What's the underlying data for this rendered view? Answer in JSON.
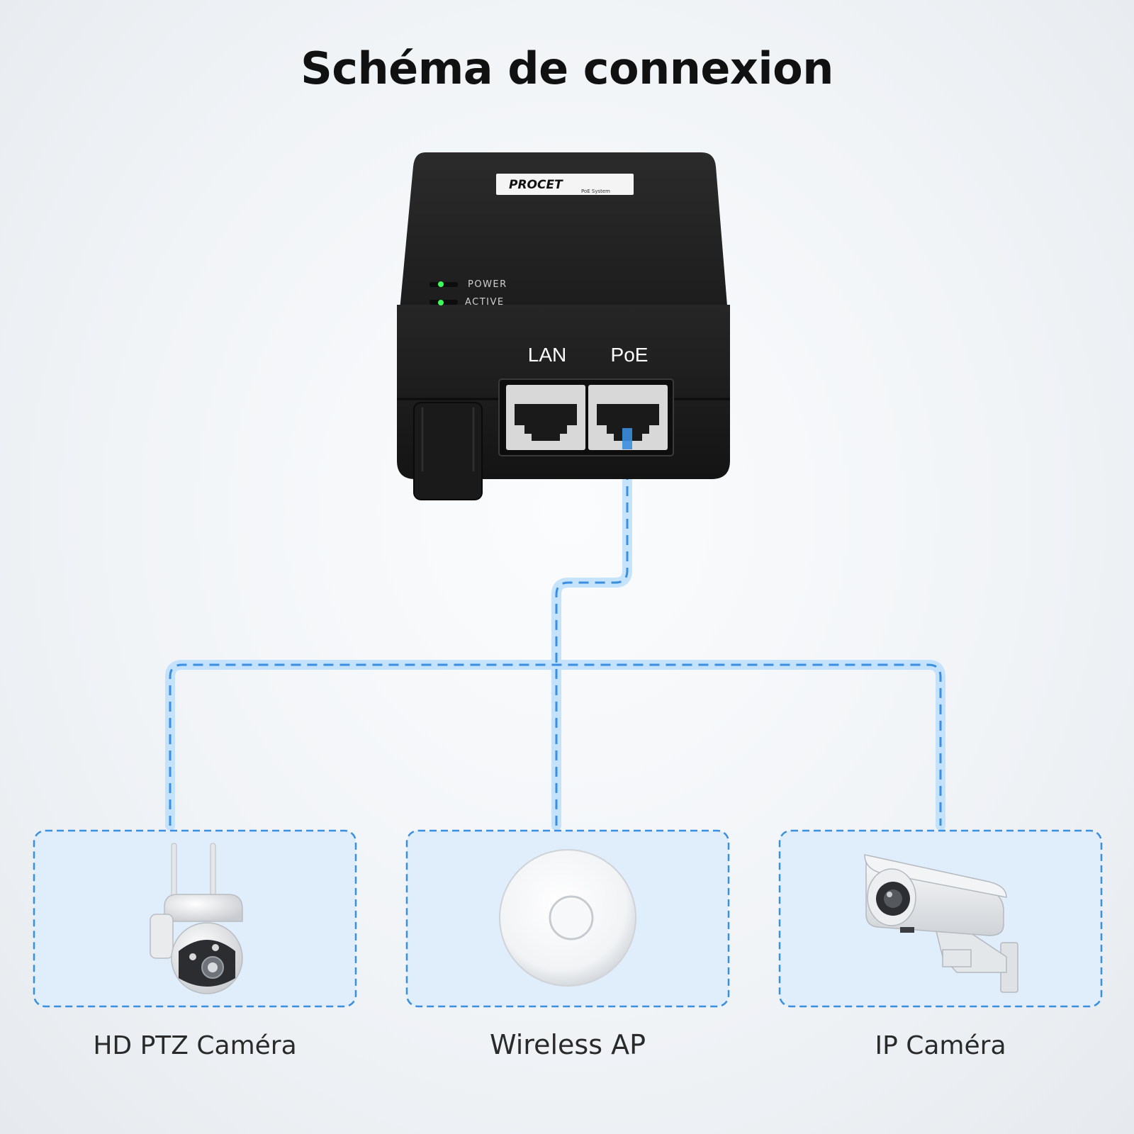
{
  "title": "Schéma de connexion",
  "injector": {
    "brand_name": "PROCET",
    "brand_tagline": "PoE System",
    "indicators": [
      {
        "label": "POWER",
        "color": "#3cff5a"
      },
      {
        "label": "ACTIVE",
        "color": "#3cff5a"
      }
    ],
    "ports": [
      {
        "label": "LAN"
      },
      {
        "label": "PoE"
      }
    ]
  },
  "devices": [
    {
      "label": "HD PTZ Caméra",
      "icon": "ptz-camera-icon"
    },
    {
      "label": "Wireless AP",
      "icon": "wireless-ap-icon"
    },
    {
      "label": "IP Caméra",
      "icon": "ip-camera-icon"
    }
  ],
  "colors": {
    "cable": "#3a8fe0",
    "cable_glow": "#bfe0fb",
    "card_fill": "#e0edfb",
    "card_border": "#3a8fe0",
    "device_body": "#1f1f1f"
  }
}
